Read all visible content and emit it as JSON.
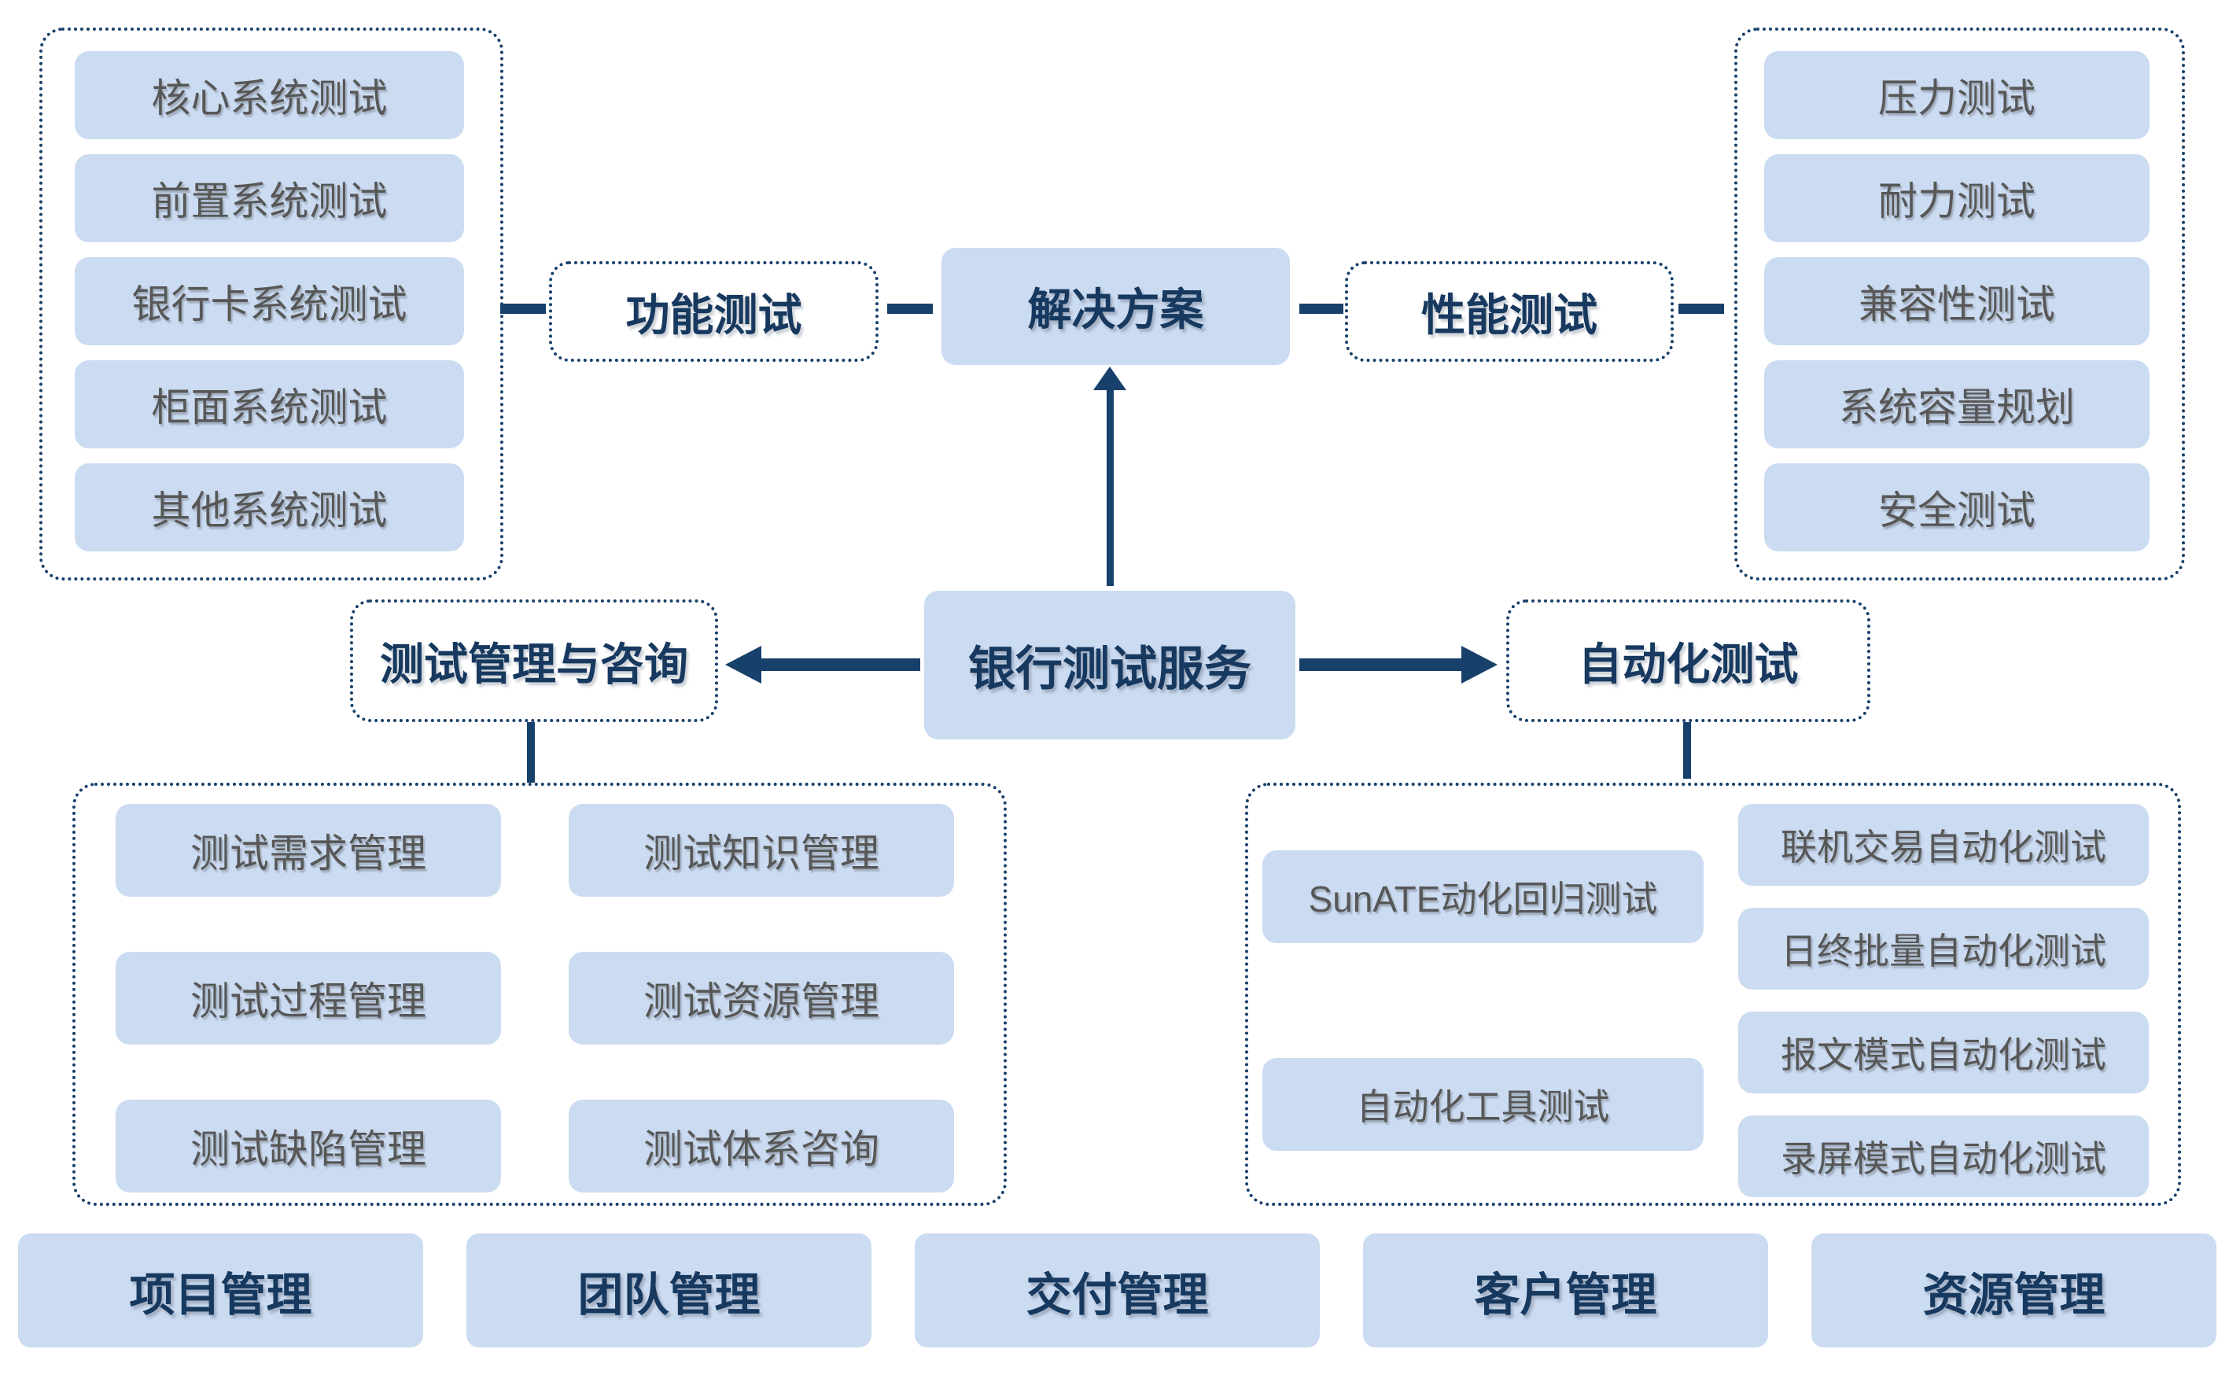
{
  "colors": {
    "navy_line": "#17406b",
    "navy_text": "#17395f",
    "box_fill": "#cbdbf1",
    "gray_text": "#575757"
  },
  "center": {
    "root_label": "银行测试服务",
    "solution_label": "解决方案"
  },
  "branches": {
    "functional": {
      "label": "功能测试",
      "items": [
        "核心系统测试",
        "前置系统测试",
        "银行卡系统测试",
        "柜面系统测试",
        "其他系统测试"
      ]
    },
    "performance": {
      "label": "性能测试",
      "items": [
        "压力测试",
        "耐力测试",
        "兼容性测试",
        "系统容量规划",
        "安全测试"
      ]
    },
    "management": {
      "label": "测试管理与咨询",
      "items": [
        "测试需求管理",
        "测试知识管理",
        "测试过程管理",
        "测试资源管理",
        "测试缺陷管理",
        "测试体系咨询"
      ]
    },
    "automation": {
      "label": "自动化测试",
      "left_items": [
        "SunATE动化回归测试",
        "自动化工具测试"
      ],
      "right_items": [
        "联机交易自动化测试",
        "日终批量自动化测试",
        "报文模式自动化测试",
        "录屏模式自动化测试"
      ]
    }
  },
  "footer": {
    "items": [
      "项目管理",
      "团队管理",
      "交付管理",
      "客户管理",
      "资源管理"
    ]
  }
}
